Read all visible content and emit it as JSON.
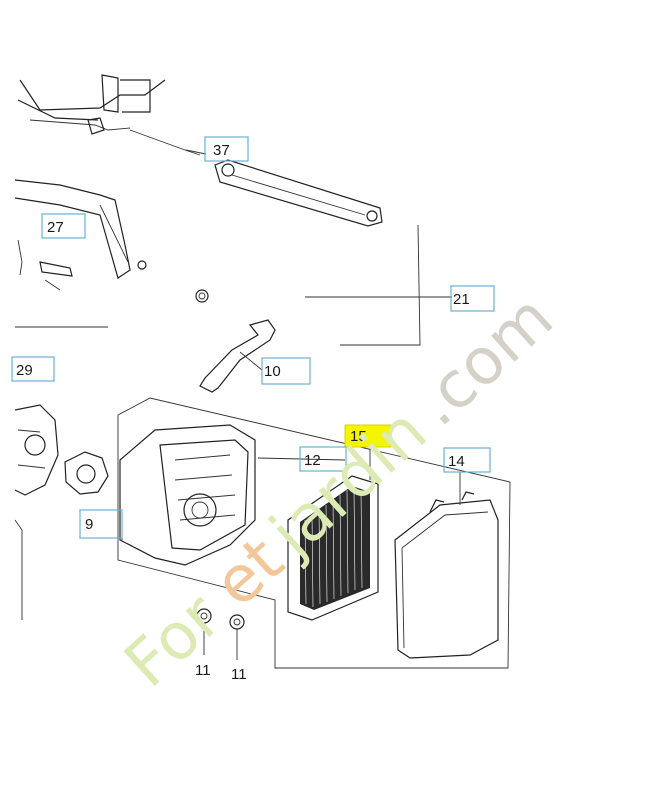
{
  "watermark": {
    "part1": "For",
    "part2": "et",
    "part3": "jardin",
    "part4": ".com"
  },
  "callouts": {
    "c37": "37",
    "c27": "27",
    "c21": "21",
    "c29": "29",
    "c10": "10",
    "c15": "15",
    "c12": "12",
    "c14": "14",
    "c9": "9",
    "c11a": "11",
    "c11b": "11"
  },
  "colors": {
    "callout_box_border": "#6ab0d6",
    "highlight_fill": "#f5f500",
    "watermark_green": "#dcebb4",
    "watermark_orange": "#f3c79a",
    "watermark_gray": "#d6d1c8"
  }
}
